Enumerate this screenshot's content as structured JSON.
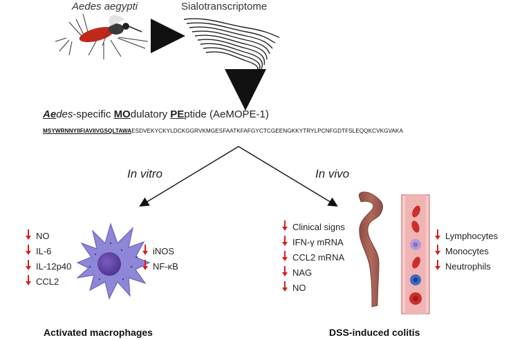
{
  "top": {
    "species": "Aedes aegypti",
    "sialo": "Sialotranscriptome"
  },
  "peptide": {
    "ae_bold": "Ae",
    "ae_rest": "des",
    "specific": "-specific ",
    "mo_bold": "MO",
    "mo_rest": "dulatory ",
    "pe_bold": "PE",
    "pe_rest": "ptide (AeMOPE-1)",
    "signal_seq": "MSYWRNNYIIFIAVIIVGSQLTAWA",
    "mature_seq": "ESDVEKYCKYLDCKGGRVKMGESFAATKFAFGYCTCGEENGKKYTRYLPCNFGDTFSLEQQKCVKGVAKA"
  },
  "branches": {
    "left": "In vitro",
    "right": "In vivo"
  },
  "macrophage": {
    "left_markers": [
      "NO",
      "IL-6",
      "IL-12p40",
      "CCL2"
    ],
    "right_markers": [
      "iNOS",
      "NF-κB"
    ],
    "label": "Activated macrophages"
  },
  "colitis": {
    "markers": [
      "Clinical signs",
      "IFN-γ mRNA",
      "CCL2 mRNA",
      "NAG",
      "NO"
    ],
    "cells": [
      "Lymphocytes",
      "Monocytes",
      "Neutrophils"
    ],
    "label": "DSS-induced colitis"
  },
  "colors": {
    "down_arrow": "#d61f1f",
    "macrophage": "#8e86d6",
    "nucleus": "#5b3fa0",
    "colon": "#a05a4f",
    "vessel": "#f0b4b4",
    "rbc": "#c9302c"
  },
  "icons": {
    "down_arrow": "down-arrow-icon",
    "mosquito": "mosquito-icon",
    "transcripts": "transcriptome-icon",
    "macrophage": "macrophage-icon",
    "colon": "colon-icon",
    "vessel": "blood-vessel-icon"
  }
}
